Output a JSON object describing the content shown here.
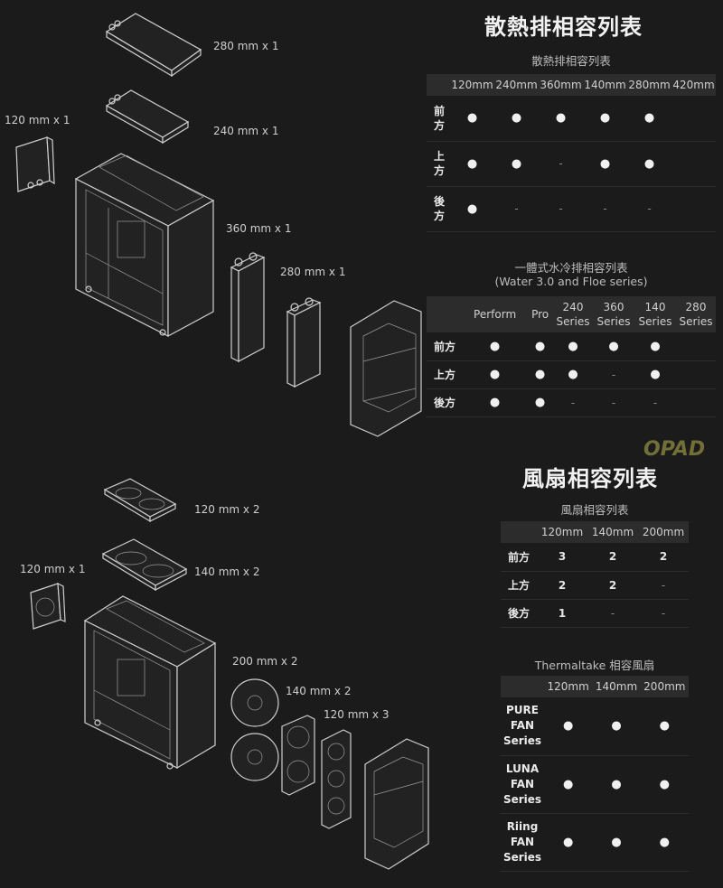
{
  "radiator_labels": [
    "280 mm x 1",
    "120 mm x 1",
    "240 mm x 1",
    "360 mm x 1",
    "280 mm x 1"
  ],
  "fan_labels": [
    "120 mm x 2",
    "120 mm x 1",
    "140 mm x 2",
    "200 mm x 2",
    "140 mm x 2",
    "120 mm x 3"
  ],
  "radiator_section": {
    "title": "散熱排相容列表",
    "table1": {
      "caption": "散熱排相容列表",
      "columns": [
        "120mm",
        "240mm",
        "360mm",
        "140mm",
        "280mm",
        "420mm"
      ],
      "rows": [
        {
          "name": "前方",
          "cells": [
            "●",
            "●",
            "●",
            "●",
            "●",
            ""
          ]
        },
        {
          "name": "上方",
          "cells": [
            "●",
            "●",
            "-",
            "●",
            "●",
            ""
          ]
        },
        {
          "name": "後方",
          "cells": [
            "●",
            "-",
            "-",
            "-",
            "-",
            ""
          ]
        }
      ]
    },
    "table2": {
      "caption": "一體式水冷排相容列表",
      "caption2": "(Water 3.0 and Floe series)",
      "columns": [
        "Perform",
        "Pro",
        "240 Series",
        "360 Series",
        "140 Series",
        "280 Series"
      ],
      "rows": [
        {
          "name": "前方",
          "cells": [
            "●",
            "●",
            "●",
            "●",
            "●",
            ""
          ]
        },
        {
          "name": "上方",
          "cells": [
            "●",
            "●",
            "●",
            "-",
            "●",
            ""
          ]
        },
        {
          "name": "後方",
          "cells": [
            "●",
            "●",
            "-",
            "-",
            "-",
            ""
          ]
        }
      ]
    }
  },
  "fan_section": {
    "title": "風扇相容列表",
    "table1": {
      "caption": "風扇相容列表",
      "columns": [
        "120mm",
        "140mm",
        "200mm"
      ],
      "rows": [
        {
          "name": "前方",
          "cells": [
            "3",
            "2",
            "2"
          ]
        },
        {
          "name": "上方",
          "cells": [
            "2",
            "2",
            "-"
          ]
        },
        {
          "name": "後方",
          "cells": [
            "1",
            "-",
            "-"
          ]
        }
      ]
    },
    "table2": {
      "caption": "Thermaltake 相容風扇",
      "columns": [
        "120mm",
        "140mm",
        "200mm"
      ],
      "rows": [
        {
          "name": "PURE FAN Series",
          "cells": [
            "●",
            "●",
            "●"
          ]
        },
        {
          "name": "LUNA FAN Series",
          "cells": [
            "●",
            "●",
            "●"
          ]
        },
        {
          "name": "Riing FAN Series",
          "cells": [
            "●",
            "●",
            "●"
          ]
        }
      ]
    }
  },
  "watermark": "OPAD"
}
